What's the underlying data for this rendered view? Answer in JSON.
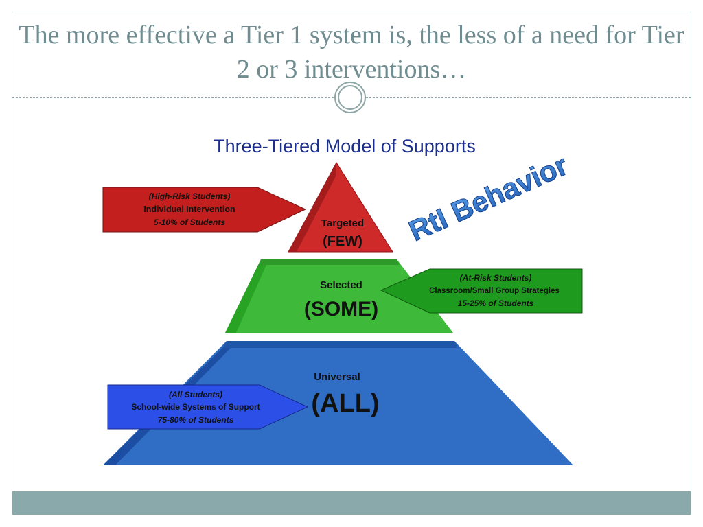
{
  "slide": {
    "title": "The more effective a Tier 1 system is, the less of a need for Tier 2 or 3 interventions…"
  },
  "diagram": {
    "heading": "Three-Tiered Model of Supports",
    "stamp": "RtI Behavior",
    "tiers": [
      {
        "name": "Targeted",
        "size": "(FEW)",
        "color": "#cf2a2a",
        "callout": {
          "line1": "(High-Risk Students)",
          "line2": "Individual Intervention",
          "line3": "5-10% of Students",
          "color": "#c41f1f"
        }
      },
      {
        "name": "Selected",
        "size": "(SOME)",
        "color": "#3fb93a",
        "callout": {
          "line1": "(At-Risk Students)",
          "line2": "Classroom/Small Group Strategies",
          "line3": "15-25% of Students",
          "color": "#1e9a1e"
        }
      },
      {
        "name": "Universal",
        "size": "(ALL)",
        "color": "#2f6ec4",
        "callout": {
          "line1": "(All Students)",
          "line2": "School-wide Systems of Support",
          "line3": "75-80% of Students",
          "color": "#2c4fe8"
        }
      }
    ]
  }
}
